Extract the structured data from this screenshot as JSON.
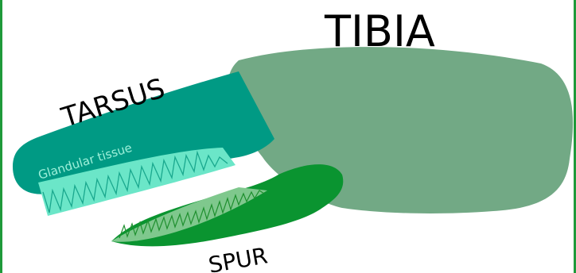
{
  "labels": {
    "tibia": "TIBIA",
    "tarsus": "TARSUS",
    "glandular": "Glandular tissue",
    "spur": "SPUR"
  },
  "colors": {
    "frame": "#1f9a3a",
    "tibia": "#72a985",
    "tarsus": "#009a84",
    "glandular": "#6be6c8",
    "glandular_line": "#1aa88e",
    "spur": "#0a9430",
    "spur_gland": "#7fc88d",
    "spur_line": "#1e8f2e",
    "text": "#000000"
  }
}
